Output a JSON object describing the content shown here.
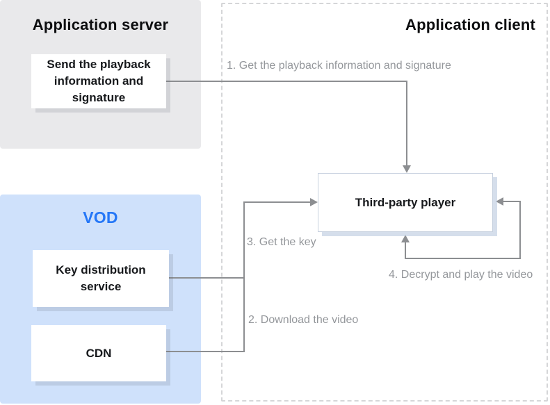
{
  "colors": {
    "server_panel_bg": "#e9e9eb",
    "vod_panel_bg": "#cfe1fb",
    "vod_title_blue": "#2577f7",
    "connector_gray": "#8c8e91",
    "step_label_gray": "#94979b",
    "player_border": "#c6d0de",
    "dashed_frame": "#d5d6d8"
  },
  "server_panel": {
    "title": "Application server",
    "send_box_label": "Send the playback information and signature"
  },
  "client_panel": {
    "title": "Application client",
    "player_label": "Third-party player"
  },
  "vod_panel": {
    "title": "VOD",
    "key_box_label": "Key distribution service",
    "cdn_box_label": "CDN"
  },
  "labels": {
    "step1": "1. Get the playback information and signature",
    "step2": "2. Download the video",
    "step3": "3. Get the key",
    "step4": "4. Decrypt and play the video"
  }
}
